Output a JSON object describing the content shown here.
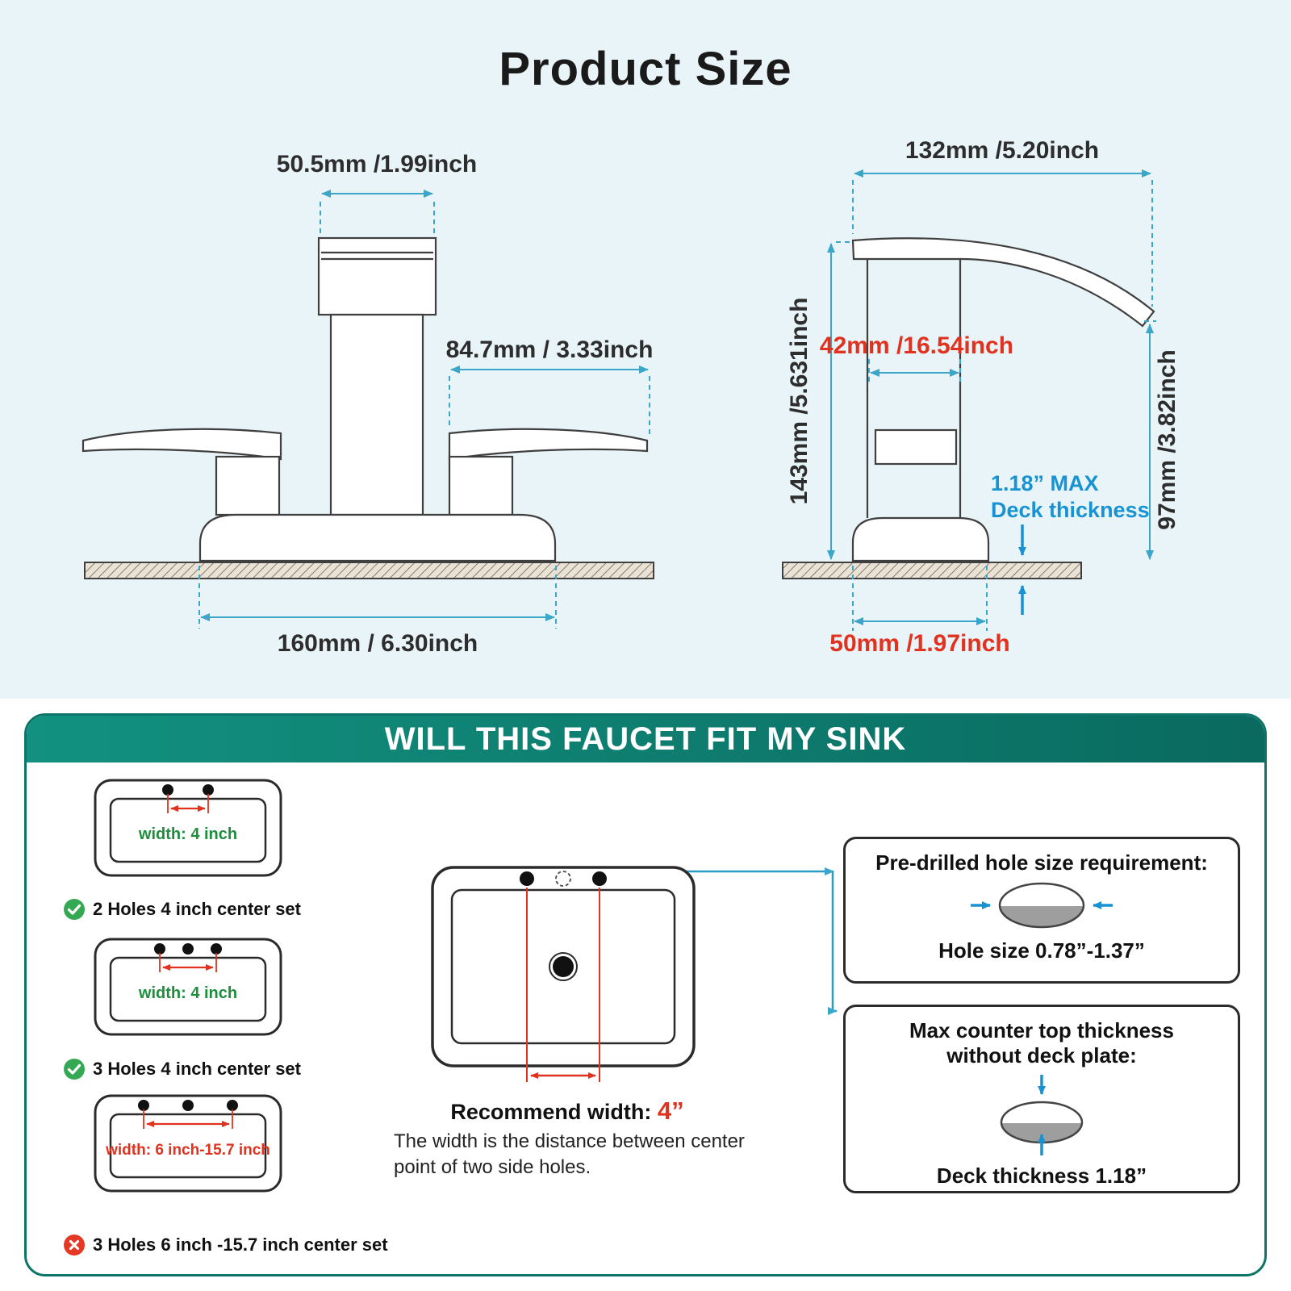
{
  "title": "Product Size",
  "front_view": {
    "spout_width": "50.5mm /1.99inch",
    "handle_length": "84.7mm / 3.33inch",
    "base_width": "160mm / 6.30inch"
  },
  "side_view": {
    "top_width": "132mm /5.20inch",
    "total_height": "143mm /5.631inch",
    "body_width": "42mm /16.54inch",
    "spout_height": "97mm /3.82inch",
    "deck_max": "1.18” MAX",
    "deck_label": "Deck thickness",
    "base_width": "50mm /1.97inch"
  },
  "fit": {
    "header": "WILL THIS FAUCET FIT MY SINK",
    "options": [
      {
        "width_label": "width: 4 inch",
        "caption": "2 Holes 4 inch center set",
        "ok": true
      },
      {
        "width_label": "width: 4 inch",
        "caption": "3 Holes 4 inch center set",
        "ok": true
      },
      {
        "width_label": "width: 6 inch-15.7 inch",
        "caption": "3 Holes 6 inch -15.7 inch center set",
        "ok": false
      }
    ],
    "recommend_label": "Recommend width:",
    "recommend_value": "4”",
    "recommend_note": "The width is the distance between center point of two side holes.",
    "hole_box": {
      "title": "Pre-drilled hole size requirement:",
      "caption": "Hole size 0.78”-1.37”"
    },
    "deck_box": {
      "title_line1": "Max counter top thickness",
      "title_line2": "without deck plate:",
      "caption": "Deck thickness 1.18”"
    }
  },
  "colors": {
    "dim_blue": "#3aa6c9",
    "accent_red": "#e0321f",
    "deck_blue": "#1793d4",
    "header_teal": "#0d7468",
    "ok_green": "#34a853",
    "label_green": "#1e8e3e",
    "top_background": "#e9f4f8"
  }
}
